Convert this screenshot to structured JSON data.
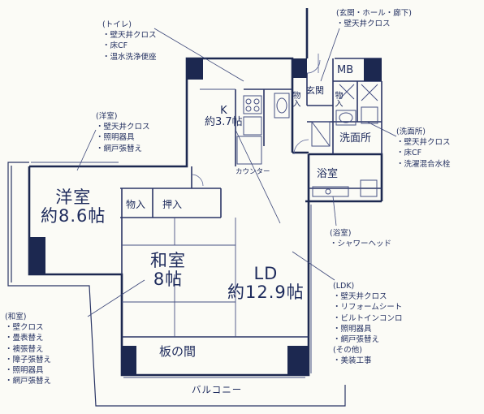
{
  "rooms": {
    "yoshitsu_name": "洋室",
    "yoshitsu_size": "約8.6帖",
    "washitsu_name": "和室",
    "washitsu_size": "8帖",
    "ld_name": "LD",
    "ld_size": "約12.9帖",
    "kitchen_name": "K",
    "kitchen_size": "約3.7帖",
    "storage1": "物入",
    "oshiire": "押入",
    "itanoma": "板の間",
    "washroom": "洗面所",
    "bathroom": "浴室",
    "mb": "MB",
    "genkan": "玄関",
    "storage2": "物入",
    "storage3": "物入",
    "balcony": "バルコニー",
    "counter": "カウンター"
  },
  "notes": {
    "toilet": {
      "heading": "(トイレ)",
      "items": [
        "壁天井クロス",
        "床CF",
        "温水洗浄便座"
      ]
    },
    "hallway": {
      "heading": "(玄関・ホール・廊下)",
      "items": [
        "壁天井クロス"
      ]
    },
    "yoshitsu": {
      "heading": "(洋室)",
      "items": [
        "壁天井クロス",
        "照明器具",
        "網戸張替え"
      ]
    },
    "washroom": {
      "heading": "(洗面所)",
      "items": [
        "壁天井クロス",
        "床CF",
        "洗濯混合水栓"
      ]
    },
    "bath": {
      "heading": "(浴室)",
      "items": [
        "シャワーヘッド"
      ]
    },
    "ldk": {
      "heading": "(LDK)",
      "items": [
        "壁天井クロス",
        "リフォームシート",
        "ビルトインコンロ",
        "照明器具",
        "網戸張替え"
      ]
    },
    "other": {
      "heading": "(その他)",
      "items": [
        "美装工事"
      ]
    },
    "washitsu": {
      "heading": "(和室)",
      "items": [
        "壁クロス",
        "畳表替え",
        "襖張替え",
        "障子張替え",
        "照明器具",
        "網戸張替え"
      ]
    }
  },
  "colors": {
    "ink": "#1d2a55",
    "wall": "#1c2850",
    "paper": "#fbfbf6"
  }
}
